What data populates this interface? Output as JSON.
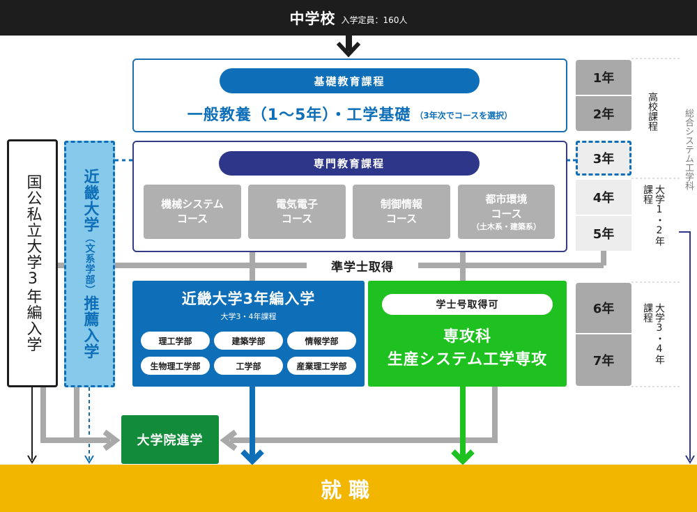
{
  "header": {
    "school": "中学校",
    "capacity": "入学定員：160人"
  },
  "general_education": {
    "pill": "基礎教育課程",
    "title": "一般教養（1〜5年）・工学基礎",
    "note": "（3年次でコースを選択）"
  },
  "specialized_education": {
    "pill": "専門教育課程",
    "courses": [
      {
        "line1": "機械システム",
        "line2": "コース",
        "line3": ""
      },
      {
        "line1": "電気電子",
        "line2": "コース",
        "line3": ""
      },
      {
        "line1": "制御情報",
        "line2": "コース",
        "line3": ""
      },
      {
        "line1": "都市環境",
        "line2": "コース",
        "line3": "（土木系・建築系）"
      }
    ]
  },
  "left_columns": {
    "national_private": "国公私立大学3年編入学",
    "kindai_rec_a": "近畿大学",
    "kindai_rec_b": "（文系学部）",
    "kindai_rec_c": "推薦入学"
  },
  "associate_degree": "準学士取得",
  "transfer": {
    "title": "近畿大学3年編入学",
    "subtitle": "大学3・4年課程",
    "departments": [
      "理工学部",
      "建築学部",
      "情報学部",
      "生物理工学部",
      "工学部",
      "産業理工学部"
    ]
  },
  "advanced_course": {
    "pill": "学士号取得可",
    "line1": "専攻科",
    "line2": "生産システム工学専攻"
  },
  "graduate_school": "大学院進学",
  "employment": "就職",
  "years": [
    "1年",
    "2年",
    "3年",
    "4年",
    "5年",
    "6年",
    "7年"
  ],
  "year_labels": {
    "high_school": "高校課程",
    "univ12_a": "課程",
    "univ12_b": "大学1・2年",
    "univ34_a": "課程",
    "univ34_b": "大学3・4年",
    "dept_name": "総合システム工学科"
  },
  "colors": {
    "blue": "#0e6fb8",
    "navy": "#2d3689",
    "green": "#1fc121",
    "dark_green": "#128b3a",
    "yellow": "#f2b600",
    "gray": "#b0b0b0"
  }
}
